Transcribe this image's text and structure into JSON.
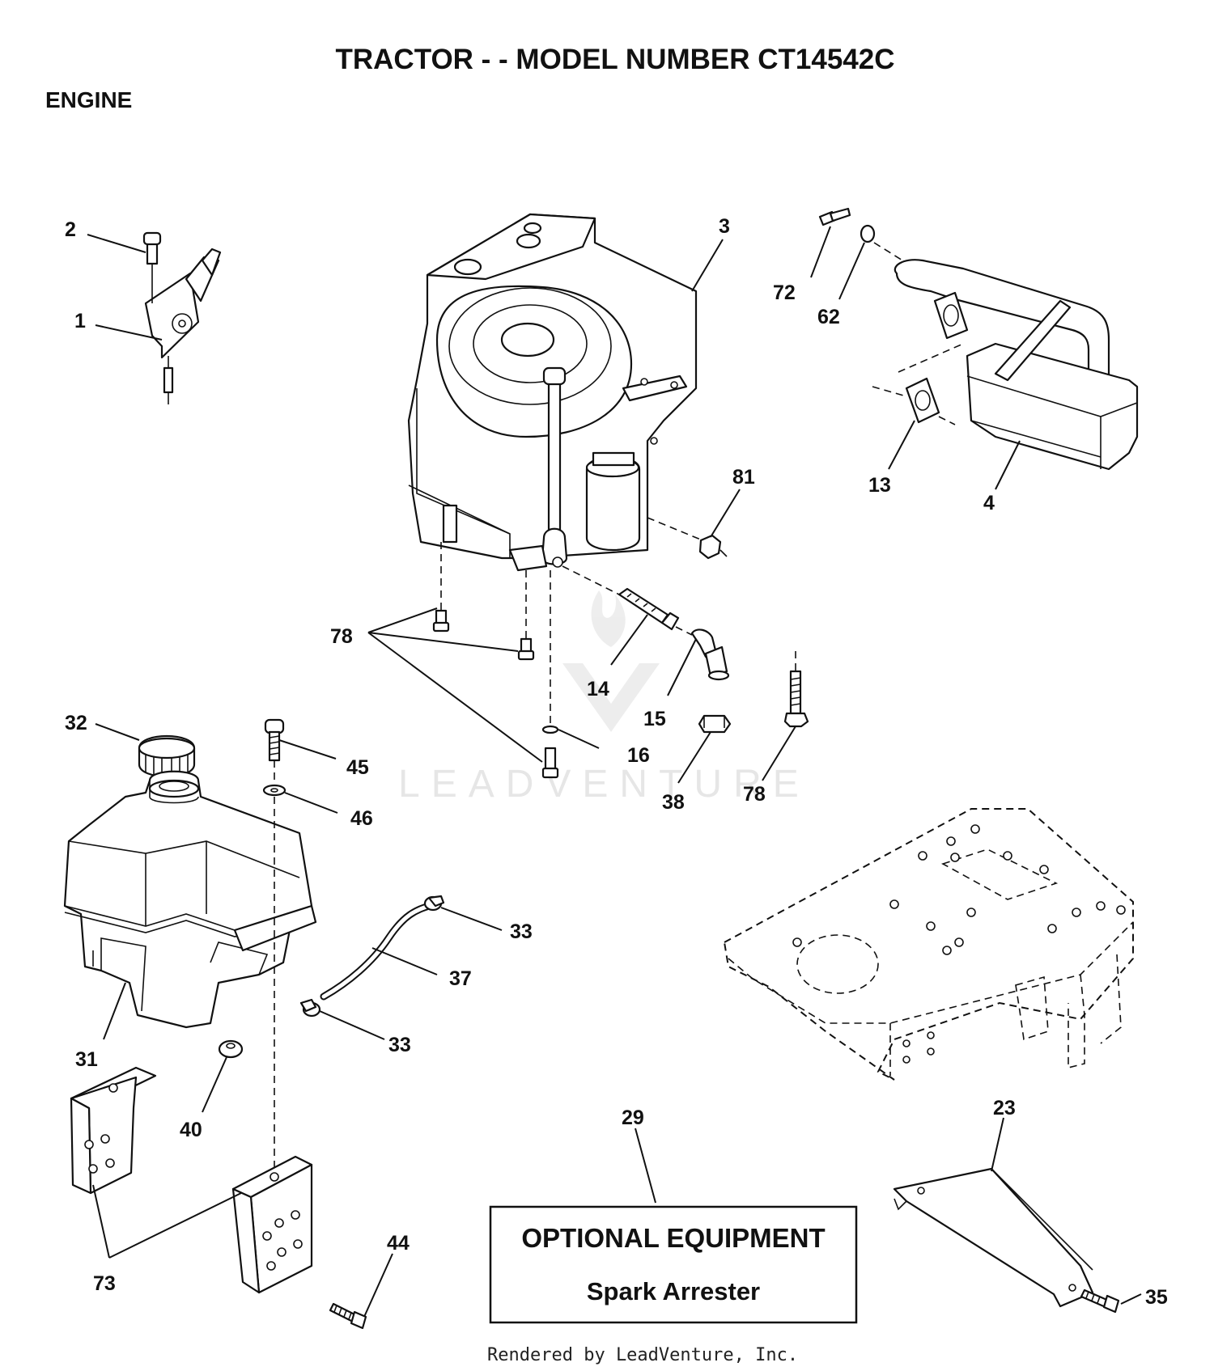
{
  "title": "TRACTOR - - MODEL NUMBER CT14542C",
  "section": "ENGINE",
  "callouts": {
    "c1": "1",
    "c2": "2",
    "c3": "3",
    "c4": "4",
    "c13": "13",
    "c14": "14",
    "c15": "15",
    "c16": "16",
    "c23": "23",
    "c29": "29",
    "c31": "31",
    "c32": "32",
    "c33a": "33",
    "c33b": "33",
    "c35": "35",
    "c37": "37",
    "c38": "38",
    "c40": "40",
    "c44": "44",
    "c45": "45",
    "c46": "46",
    "c62": "62",
    "c72": "72",
    "c73": "73",
    "c78a": "78",
    "c78b": "78",
    "c81": "81"
  },
  "optional_box": {
    "title": "OPTIONAL EQUIPMENT",
    "subtitle": "Spark Arrester"
  },
  "watermark": "LEADVENTURE",
  "footer": "Rendered by LeadVenture, Inc."
}
